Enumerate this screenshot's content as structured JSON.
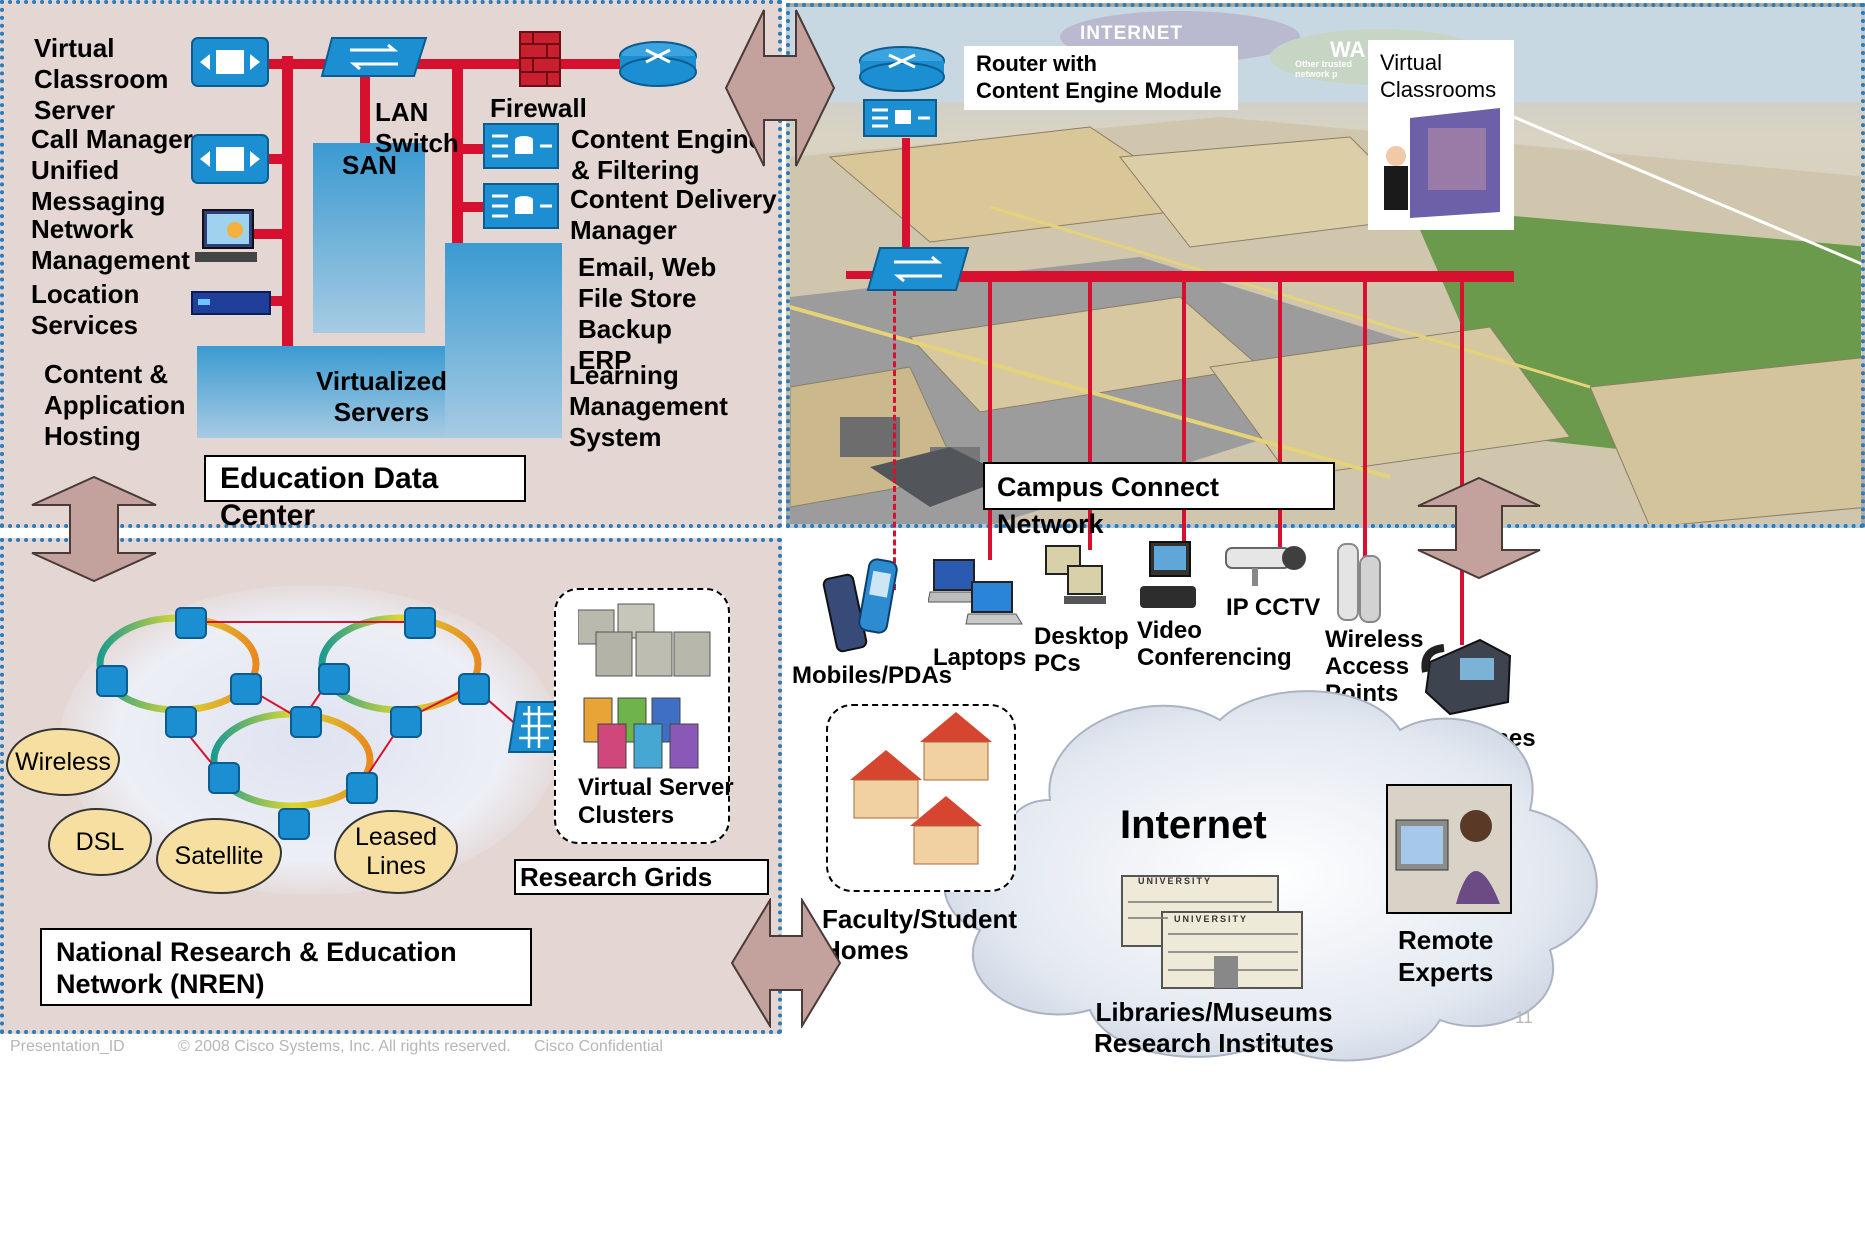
{
  "data_center": {
    "server_labels": [
      "Virtual\nClassroom\nServer",
      "Call Manager\nUnified\nMessaging",
      "Network\nManagement",
      "Location\nServices",
      "Content &\nApplication\nHosting"
    ],
    "lan_switch": "LAN\nSwitch",
    "san": "SAN",
    "firewall": "Firewall",
    "content_engine": "Content Engine\n& Filtering",
    "content_delivery": "Content Delivery\nManager",
    "apps": "Email, Web\nFile Store\nBackup\nERP",
    "lms": "Learning\nManagement\nSystem",
    "virtualized": "Virtualized\nServers",
    "title": "Education Data Center"
  },
  "campus": {
    "internet_banner": "INTERNET",
    "wan_banner": "WA",
    "wan_sub": "Other trusted\nnetwork p",
    "router_label": "Router with\nContent Engine Module",
    "virtual_classrooms": "Virtual\nClassrooms",
    "title": "Campus Connect Network"
  },
  "devices": {
    "mobiles": "Mobiles/PDAs",
    "laptops": "Laptops",
    "desktops": "Desktop\nPCs",
    "video": "Video\nConferencing",
    "cctv": "IP CCTV",
    "wireless_ap": "Wireless\nAccess\nPoints",
    "phones": "IP Phones"
  },
  "nren": {
    "clouds": [
      "Wireless",
      "DSL",
      "Satellite",
      "Leased\nLines"
    ],
    "vs_clusters": "Virtual Server\nClusters",
    "research_grids": "Research Grids",
    "title": "National Research & Education\nNetwork (NREN)"
  },
  "internet": {
    "label": "Internet",
    "homes": "Faculty/Student\nHomes",
    "libraries": "Libraries/Museums\nResearch Institutes",
    "remote": "Remote\nExperts",
    "university_sign": "UNIVERSITY"
  },
  "footer": {
    "presentation_id": "Presentation_ID",
    "copyright": "© 2008 Cisco Systems, Inc. All rights reserved.",
    "confidential": "Cisco Confidential",
    "page_number": "11"
  },
  "colors": {
    "link_red": "#d8102f",
    "panel_border": "#2b7bb9",
    "datacenter_bg": "#e2d5d3",
    "arrow_fill": "#c3a29e",
    "cloud_yellow": "#f7dfa2"
  }
}
